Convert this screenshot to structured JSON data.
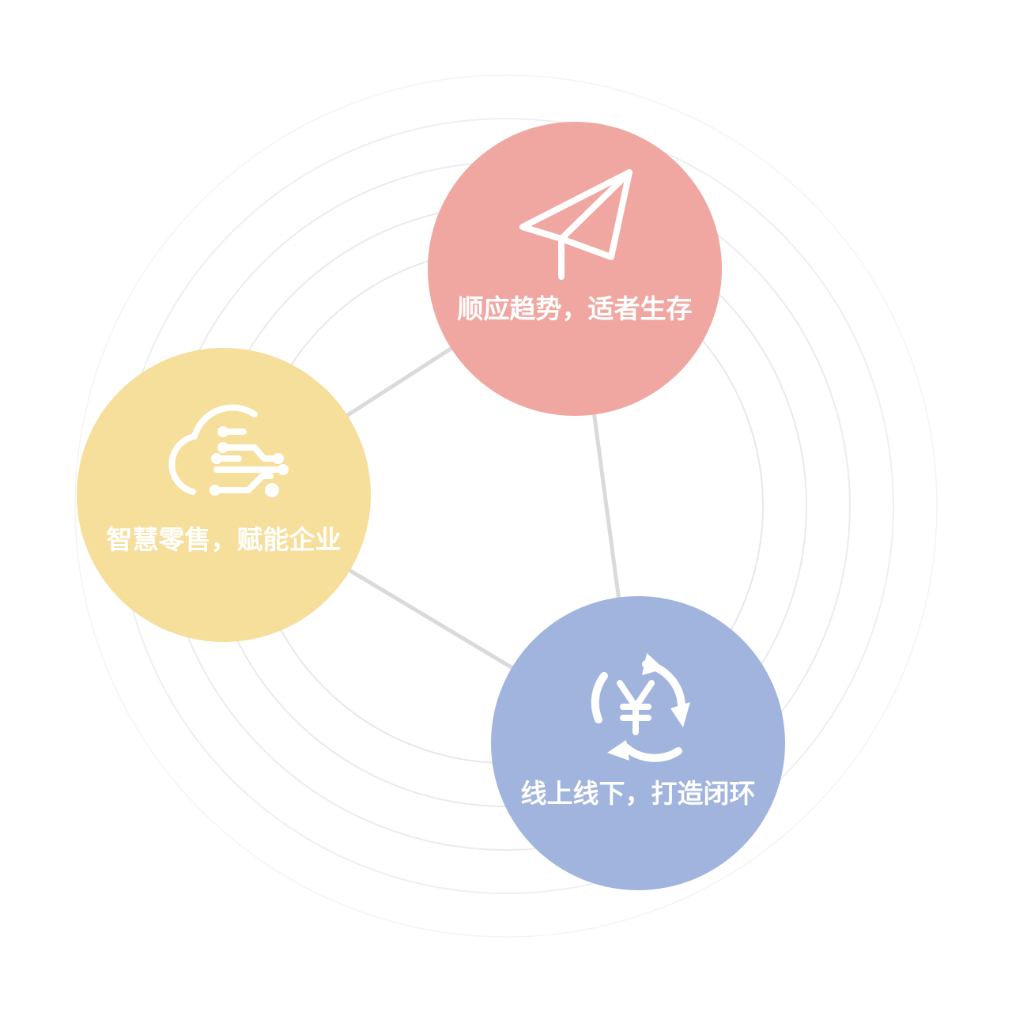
{
  "diagram": {
    "nodes": [
      {
        "id": "top",
        "label": "顺应趋势，适者生存",
        "color": "#F1A7A1",
        "icon": "paper-plane-icon"
      },
      {
        "id": "left",
        "label": "智慧零售，赋能企业",
        "color": "#F6DE9B",
        "icon": "smart-cloud-icon"
      },
      {
        "id": "right",
        "label": "线上线下，打造闭环",
        "color": "#A1B4DD",
        "icon": "yuan-cycle-icon"
      }
    ],
    "connector_color": "#DADADA",
    "ring_color": "#EFEFEF"
  }
}
